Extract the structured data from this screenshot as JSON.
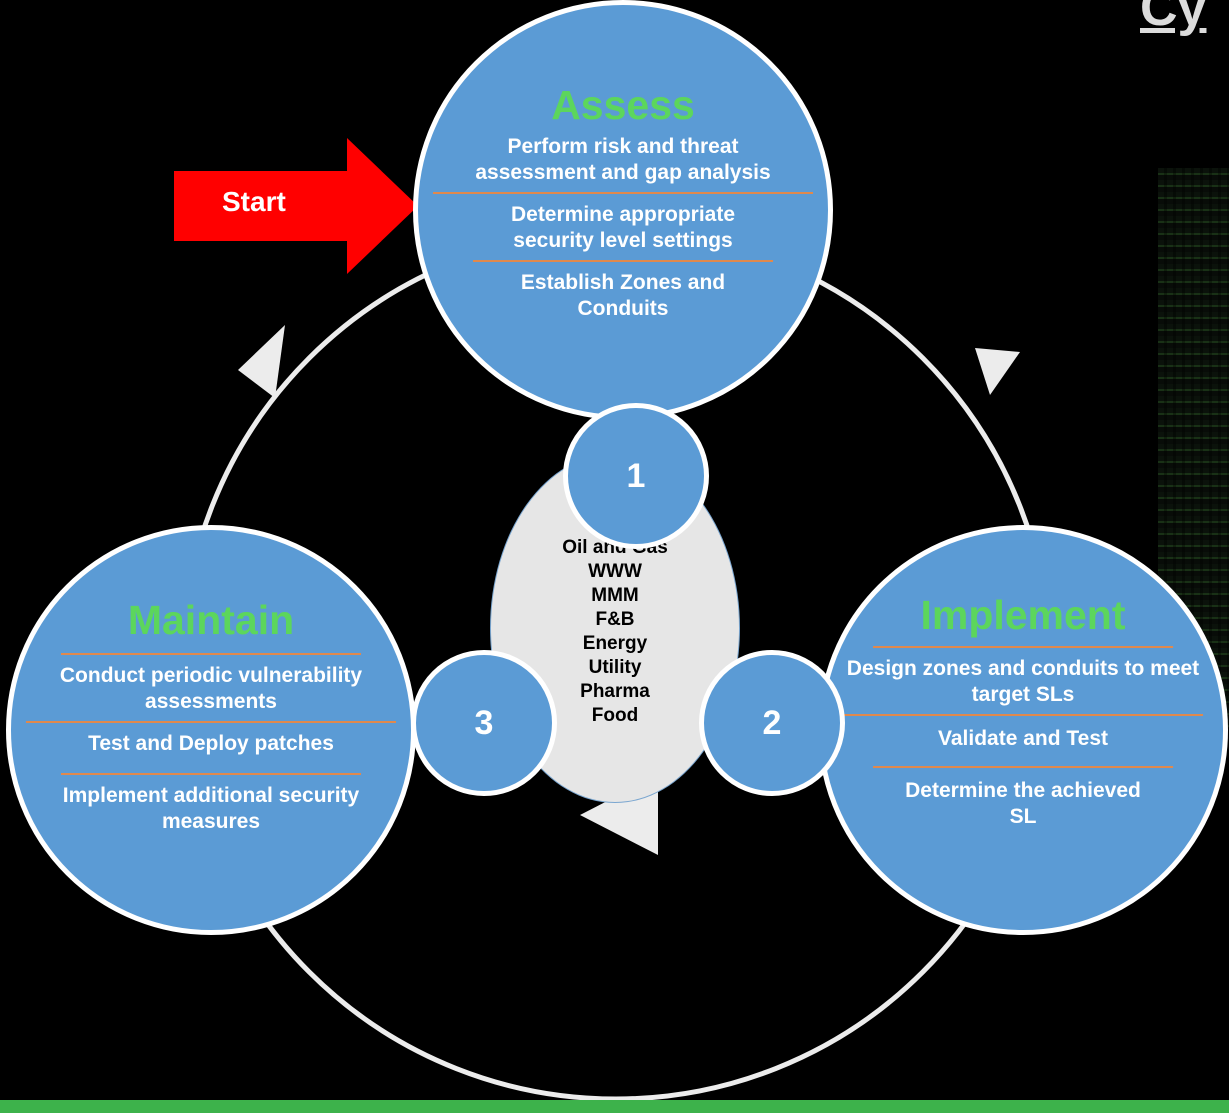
{
  "header": {
    "corner_title": "Cy"
  },
  "start_label": "Start",
  "colors": {
    "phase_circle": "#5b9bd5",
    "title_green": "#5cd65c",
    "divider": "#e0894d",
    "arrow_red": "#ff0000",
    "hub": "#e6e6e6"
  },
  "phases": [
    {
      "number": "1",
      "title": "Assess",
      "items": [
        "Perform risk  and threat assessment and gap analysis",
        "Determine appropriate security level settings",
        "Establish Zones and Conduits"
      ]
    },
    {
      "number": "2",
      "title": "Implement",
      "items": [
        "Design zones and conduits to meet target SLs",
        "Validate and Test",
        "Determine the achieved SL"
      ]
    },
    {
      "number": "3",
      "title": "Maintain",
      "items": [
        "Conduct periodic vulnerability assessments",
        "Test and Deploy patches",
        "Implement additional security measures"
      ]
    }
  ],
  "hub_industries": [
    "Oil and Gas",
    "WWW",
    "MMM",
    "F&B",
    "Energy",
    "Utility",
    "Pharma",
    "Food"
  ],
  "icons": {
    "start": "red-arrow-icon",
    "cycle": "cycle-arrow-icon"
  }
}
